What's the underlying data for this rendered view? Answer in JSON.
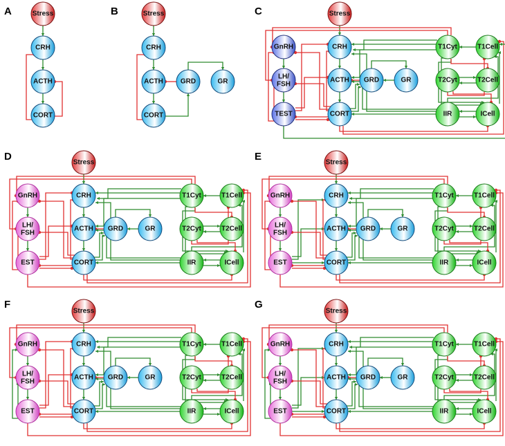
{
  "colors": {
    "activation": "#2e8b2e",
    "inhibition": "#e03030",
    "stress": "#e23a3a",
    "hpa": "#35b9ef",
    "gonadal_blue": "#5a72e6",
    "gonadal_pink": "#e66ad8",
    "immune": "#2fd42f"
  },
  "panels": [
    {
      "id": "A",
      "label": "A",
      "gonad": "none",
      "nodes": [
        "Stress",
        "CRH",
        "ACTH",
        "CORT"
      ],
      "edges": [
        [
          "Stress",
          "CRH",
          "act"
        ],
        [
          "CRH",
          "ACTH",
          "act"
        ],
        [
          "ACTH",
          "CORT",
          "act"
        ],
        [
          "CORT",
          "CRH",
          "inh"
        ],
        [
          "CORT",
          "ACTH",
          "inh"
        ]
      ]
    },
    {
      "id": "B",
      "label": "B",
      "gonad": "none",
      "nodes": [
        "Stress",
        "CRH",
        "ACTH",
        "CORT",
        "GRD",
        "GR"
      ],
      "edges": [
        [
          "Stress",
          "CRH",
          "act"
        ],
        [
          "CRH",
          "ACTH",
          "act"
        ],
        [
          "ACTH",
          "CORT",
          "act"
        ],
        [
          "CORT",
          "CRH",
          "inh"
        ],
        [
          "CORT",
          "GRD",
          "act"
        ],
        [
          "GRD",
          "ACTH",
          "inh"
        ],
        [
          "GRD",
          "GR",
          "act"
        ]
      ]
    },
    {
      "id": "C",
      "label": "C",
      "gonad": "blue",
      "sex": "TEST",
      "nodes": [
        "Stress",
        "GnRH",
        "CRH",
        "LH/FSH",
        "ACTH",
        "GRD",
        "GR",
        "TEST",
        "CORT",
        "T1Cyt",
        "T1Cell",
        "T2Cyt",
        "T2Cell",
        "IIR",
        "ICell"
      ],
      "edges": [
        [
          "Stress",
          "CRH",
          "act"
        ],
        [
          "GnRH",
          "LH/FSH",
          "act"
        ],
        [
          "LH/FSH",
          "SEX",
          "act"
        ],
        [
          "CRH",
          "ACTH",
          "act"
        ],
        [
          "ACTH",
          "CORT",
          "act"
        ],
        [
          "GR",
          "GRD",
          "act"
        ],
        [
          "GRD",
          "GR",
          "act"
        ],
        [
          "GRD",
          "ACTH",
          "inh"
        ],
        [
          "CORT",
          "GRD",
          "act"
        ],
        [
          "T1Cell",
          "T1Cyt",
          "act"
        ],
        [
          "T2Cyt",
          "T2Cell",
          "act"
        ],
        [
          "T2Cell",
          "T2Cyt",
          "act"
        ],
        [
          "IIR",
          "ICell",
          "act"
        ],
        [
          "ICell",
          "IIR",
          "act"
        ],
        [
          "T1Cyt",
          "CRH",
          "act"
        ],
        [
          "T1Cyt",
          "ACTH",
          "act"
        ],
        [
          "IIR",
          "CORT",
          "act"
        ],
        [
          "T1Cyt",
          "GnRH",
          "inh"
        ],
        [
          "T1Cyt",
          "LH/FSH",
          "inh"
        ],
        [
          "CORT",
          "T1Cell",
          "inh"
        ],
        [
          "CORT",
          "ICell",
          "inh"
        ],
        [
          "SEX",
          "GnRH",
          "inh"
        ],
        [
          "SEX",
          "LH/FSH",
          "inh"
        ],
        [
          "SEX",
          "CORT",
          "inh"
        ],
        [
          "CORT",
          "SEX",
          "inh"
        ],
        [
          "CORT",
          "GnRH",
          "inh"
        ],
        [
          "CORT",
          "CRH",
          "inh"
        ],
        [
          "T1Cyt",
          "T2Cell",
          "inh"
        ],
        [
          "T2Cyt",
          "T1Cell",
          "inh"
        ],
        [
          "T2Cyt",
          "ICell",
          "inh"
        ],
        [
          "SEX",
          "T1Cell",
          "act"
        ]
      ]
    },
    {
      "id": "D",
      "label": "D",
      "gonad": "pink",
      "sex": "EST",
      "variant": "D"
    },
    {
      "id": "E",
      "label": "E",
      "gonad": "pink",
      "sex": "EST",
      "variant": "E"
    },
    {
      "id": "F",
      "label": "F",
      "gonad": "pink",
      "sex": "EST",
      "variant": "F"
    },
    {
      "id": "G",
      "label": "G",
      "gonad": "pink",
      "sex": "EST",
      "variant": "G"
    }
  ]
}
